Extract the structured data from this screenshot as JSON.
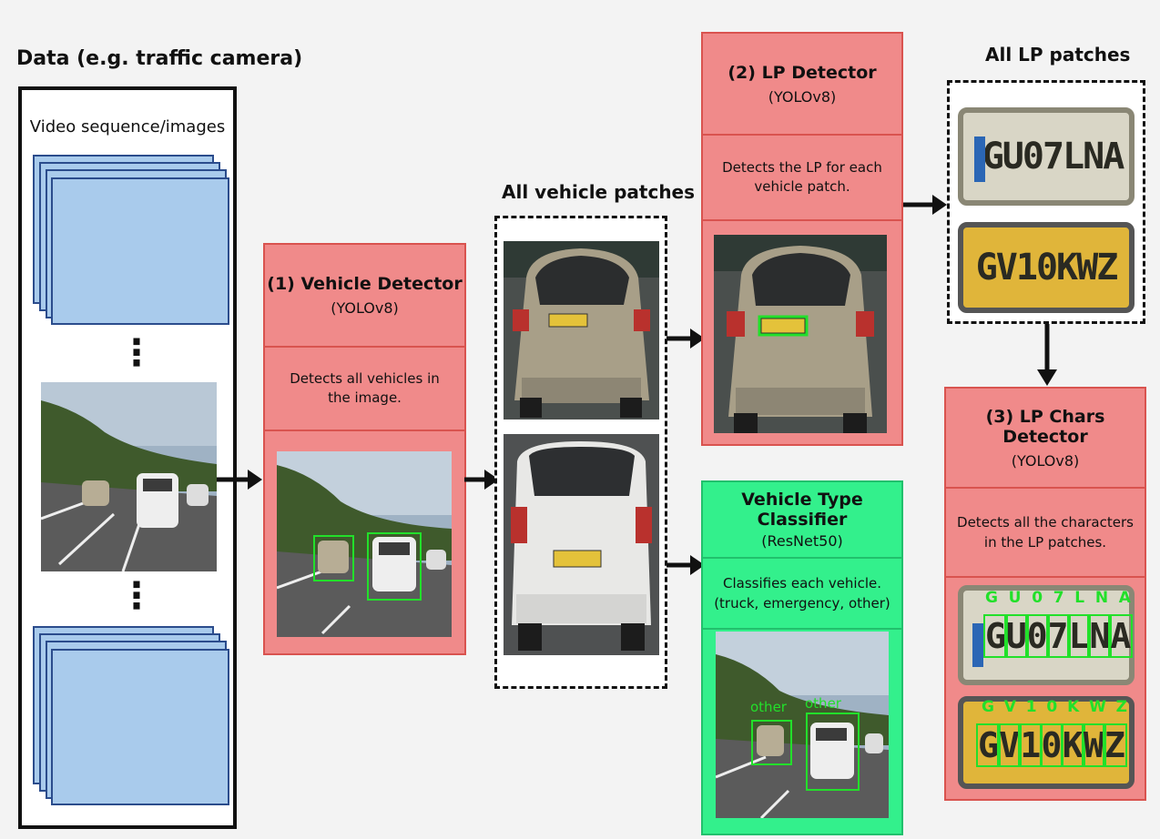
{
  "data_section": {
    "title": "Data (e.g. traffic camera)",
    "subtitle": "Video sequence/images",
    "ellipsis": "⋮"
  },
  "vehicle_detector": {
    "title": "(1) Vehicle Detector",
    "model": "(YOLOv8)",
    "description": "Detects all vehicles in the image."
  },
  "vehicle_patches": {
    "title": "All vehicle patches"
  },
  "lp_detector": {
    "title": "(2) LP Detector",
    "model": "(YOLOv8)",
    "description": "Detects the LP for each vehicle patch."
  },
  "type_classifier": {
    "title": "Vehicle Type Classifier",
    "model": "(ResNet50)",
    "description_line1": "Classifies each vehicle.",
    "description_line2": "(truck, emergency, other)",
    "detections": [
      "other",
      "other"
    ]
  },
  "lp_patches": {
    "title": "All LP patches",
    "plates": [
      "GU07LNA",
      "GV10KWZ"
    ]
  },
  "chars_detector": {
    "title": "(3) LP Chars Detector",
    "model": "(YOLOv8)",
    "description_line1": "Detects all the characters",
    "description_line2": "in the LP patches.",
    "chars_plate1": [
      "G",
      "U",
      "0",
      "7",
      "L",
      "N",
      "A"
    ],
    "chars_plate2": [
      "G",
      "V",
      "1",
      "0",
      "K",
      "W",
      "Z"
    ]
  },
  "colors": {
    "detector_fill": "#f08a8a",
    "classifier_fill": "#33f08c",
    "bbox_green": "#22e02a",
    "frame_blue": "#a9cbec"
  }
}
